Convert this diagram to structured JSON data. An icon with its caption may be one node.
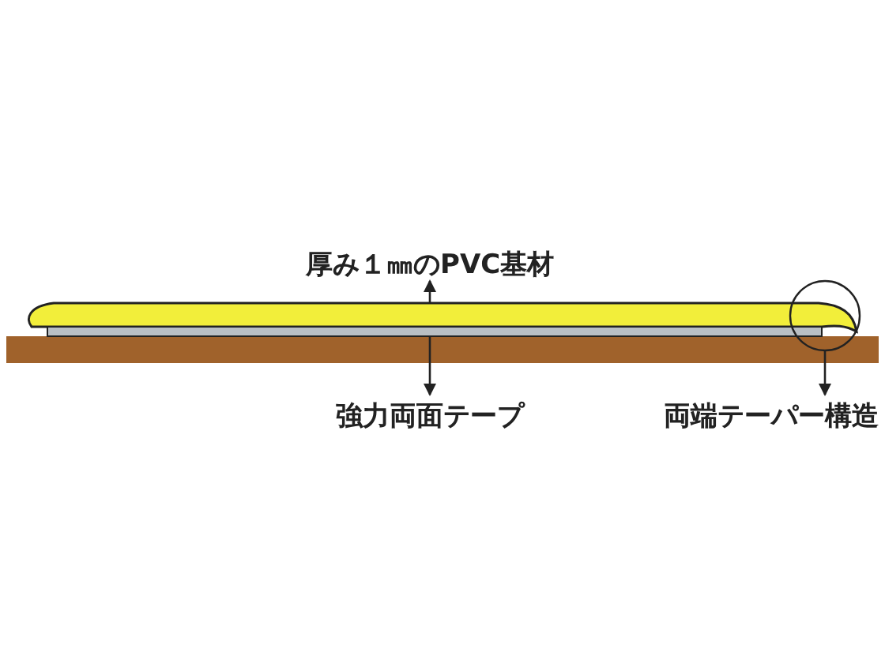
{
  "diagram": {
    "nodes": [
      {
        "text": [
          "厚み１㎜のPVC基材"
        ]
      },
      {
        "text": [],
        "shape": "bar"
      },
      {
        "text": [
          "強力両面テープ"
        ]
      },
      {
        "text": [],
        "shape": "bar"
      },
      {
        "text": [
          "両端テーパー構造"
        ]
      },
      {
        "text": [],
        "shape": "circle"
      }
    ],
    "edges": [
      {
        "from": 1,
        "to": 0,
        "arrow": "to"
      },
      {
        "from": 3,
        "to": 2,
        "arrow": "to"
      },
      {
        "from": 5,
        "to": 4,
        "arrow": "to"
      }
    ]
  }
}
